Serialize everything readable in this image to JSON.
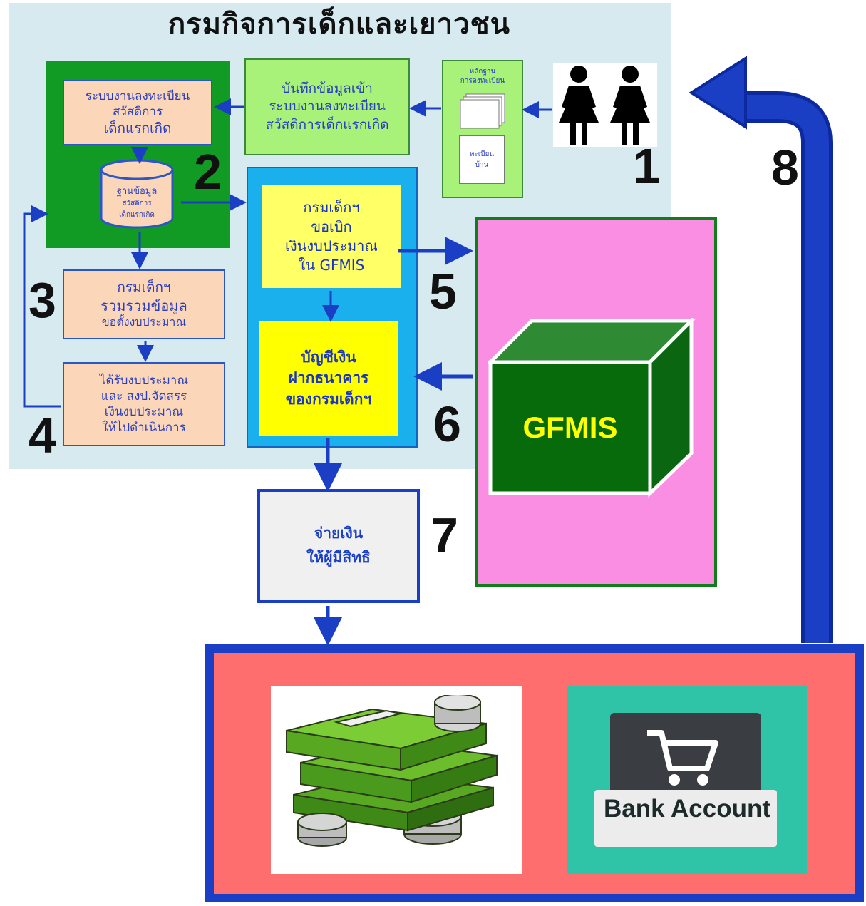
{
  "title": "กรมกิจการเด็กและเยาวชน",
  "boxes": {
    "registration_system": [
      "ระบบงานลงทะเบียน",
      "สวัสดิการ",
      "เด็กแรกเกิด"
    ],
    "record_data": [
      "บันทึกข้อมูลเข้า",
      "ระบบงานลงทะเบียน",
      "สวัสดิการเด็กแรกเกิด"
    ],
    "database": [
      "ฐานข้อมูล",
      "สวัสดิการ",
      "เด็กแรกเกิด"
    ],
    "evidence_title": [
      "หลักฐาน",
      "การลงทะเบียน"
    ],
    "house_registration": [
      "ทะเบียน",
      "บ้าน"
    ],
    "compile": [
      "กรมเด็กฯ",
      "รวมรวมข้อมูล",
      "ขอตั้งงบประมาณ"
    ],
    "receive_budget": [
      "ได้รับงบประมาณ",
      "และ สงป.จัดสรร",
      "เงินงบประมาณ",
      "ให้ไปดำเนินการ"
    ],
    "withdraw": [
      "กรมเด็กฯ",
      "ขอเบิก",
      "เงินงบประมาณ",
      "ใน GFMIS"
    ],
    "bank_deposit": [
      "บัญชีเงิน",
      "ฝากธนาคาร",
      "ของกรมเด็กฯ"
    ],
    "pay": [
      "จ่ายเงิน",
      "ให้ผู้มีสิทธิ"
    ]
  },
  "steps": [
    "1",
    "2",
    "3",
    "4",
    "5",
    "6",
    "7",
    "8"
  ],
  "gfmis_label": "GFMIS",
  "bank_account_label": "Bank Account",
  "colors": {
    "arrow": "#1a3fc4",
    "panel": "#d6eaf0",
    "green": "#119a24",
    "pink": "#f98ee2",
    "bottom": "#ff6e6e",
    "teal": "#2fc3a8",
    "gfmis_text": "#ffff00"
  },
  "icons": [
    "person-icon",
    "document-icon",
    "database-icon",
    "cube-icon",
    "money-stack-icon",
    "shopping-cart-icon"
  ]
}
